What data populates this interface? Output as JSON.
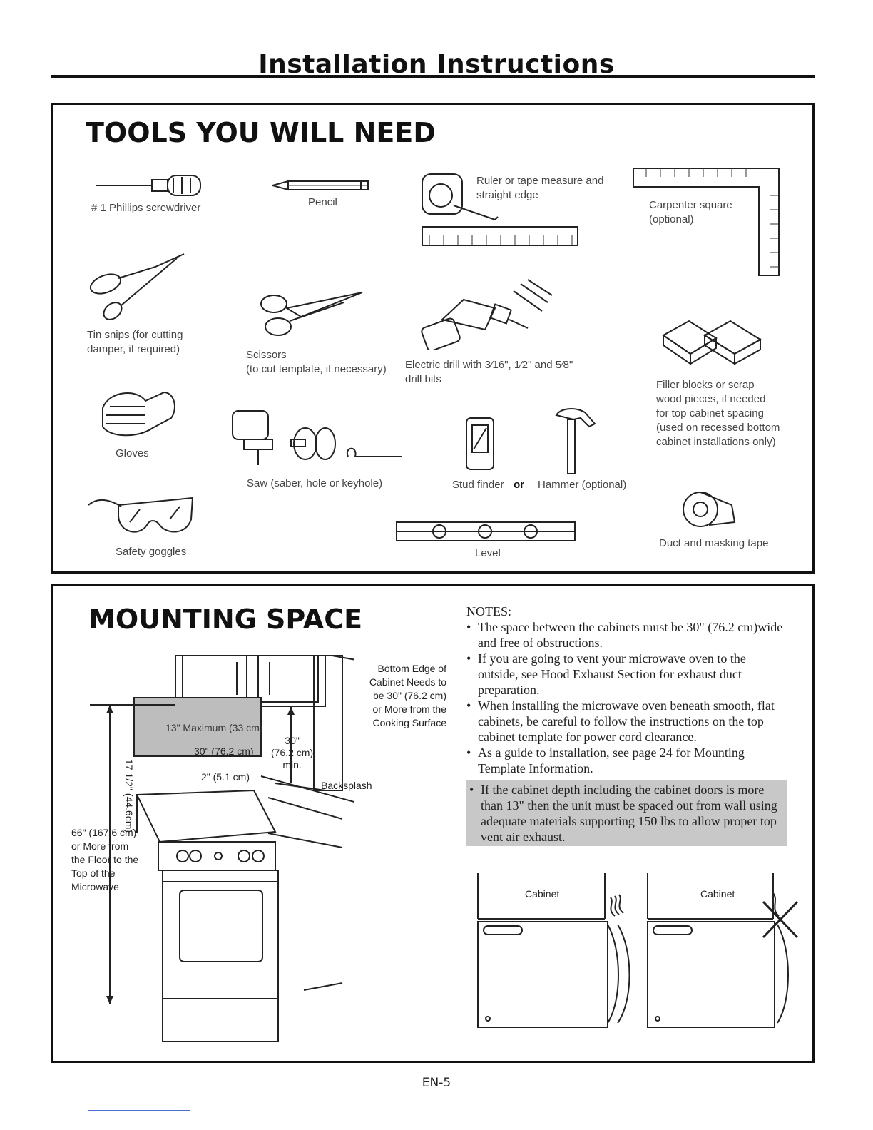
{
  "header": {
    "title": "Installation Instructions"
  },
  "tools": {
    "title": "TOOLS YOU WILL NEED",
    "items": [
      {
        "label": "# 1 Phillips screwdriver",
        "icon": "screwdriver-icon"
      },
      {
        "label": "Pencil",
        "icon": "pencil-icon"
      },
      {
        "label": "Ruler or tape measure and",
        "label2": "straight edge",
        "icon": "tape-measure-icon"
      },
      {
        "label": "Carpenter square",
        "label2": "(optional)",
        "icon": "carpenter-square-icon"
      },
      {
        "label": "Tin snips (for cutting",
        "label2": "damper, if required)",
        "icon": "tin-snips-icon"
      },
      {
        "label": "Scissors",
        "label2": "(to cut template, if necessary)",
        "icon": "scissors-icon"
      },
      {
        "label": "Electric drill with 3⁄16\", 1⁄2\" and 5⁄8\"",
        "label2": "drill bits",
        "icon": "drill-icon"
      },
      {
        "label": "Filler blocks or scrap",
        "label2": "wood pieces, if needed",
        "label3": "for top cabinet spacing",
        "label4": "(used on recessed bottom",
        "label5": "cabinet installations only)",
        "icon": "filler-blocks-icon"
      },
      {
        "label": "Gloves",
        "icon": "gloves-icon"
      },
      {
        "label": "Saw (saber, hole or keyhole)",
        "icon": "saw-icon"
      },
      {
        "label": "Stud finder",
        "icon": "stud-finder-icon"
      },
      {
        "label": "or"
      },
      {
        "label": "Hammer (optional)",
        "icon": "hammer-icon"
      },
      {
        "label": "Safety goggles",
        "icon": "goggles-icon"
      },
      {
        "label": "Level",
        "icon": "level-icon"
      },
      {
        "label": "Duct and masking tape",
        "icon": "tape-roll-icon"
      }
    ]
  },
  "mounting": {
    "title": "MOUNTING SPACE",
    "dims": {
      "bottom_edge": [
        "Bottom Edge of",
        "Cabinet Needs to",
        "be 30\" (76.2 cm)",
        "or More from the",
        "Cooking Surface"
      ],
      "max13": "13\" Maximum (33 cm)",
      "w30": "30\" (76.2 cm)",
      "h17": "17 1/2\" (44.6cm)",
      "v30": [
        "30\"",
        "(76.2 cm)",
        "min."
      ],
      "d2": "2\" (5.1 cm)",
      "backsplash": "Backsplash",
      "floor": [
        "66\" (167.6 cm)",
        "or More from",
        "the Floor to the",
        "Top of the",
        "Microwave"
      ]
    },
    "notes_title": "NOTES:",
    "notes": [
      "The space between the cabinets must be 30\" (76.2 cm)wide and free of obstructions.",
      "If you are going to vent your microwave oven to the outside, see Hood Exhaust Section for exhaust duct preparation.",
      "When installing the microwave oven beneath smooth, flat cabinets, be careful to follow the instructions on the top cabinet template for power cord clearance.",
      "As a guide to installation, see page 24 for Mounting Template Information."
    ],
    "note_highlight": "If the cabinet depth including the cabinet doors is more than 13\" then the unit must be spaced out from wall using adequate materials supporting 150 lbs to allow proper top vent air exhaust.",
    "cabinet_left": "Cabinet",
    "cabinet_right": "Cabinet"
  },
  "footer": {
    "page": "EN-5"
  }
}
